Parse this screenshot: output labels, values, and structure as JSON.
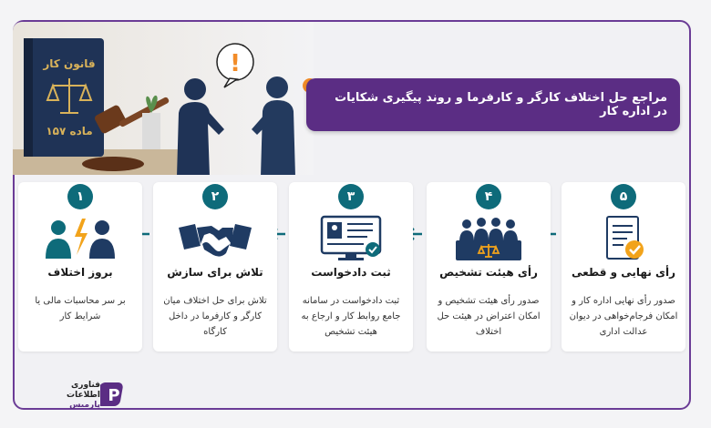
{
  "title": "مراجع حل اختلاف کارگر و کارفرما و روند پیگیری شکایات در اداره کار",
  "illustration": {
    "book_line1": "قانون کار",
    "book_line2": "ماده ۱۵۷",
    "exclaim": "!"
  },
  "steps": [
    {
      "num": "۱",
      "title": "بروز اختلاف",
      "desc": "بر سر محاسبات مالی یا شرایط کار",
      "icon": "conflict-people-icon"
    },
    {
      "num": "۲",
      "title": "تلاش برای سازش",
      "desc": "تلاش برای حل اختلاف میان کارگر و کارفرما در داخل کارگاه",
      "icon": "handshake-icon"
    },
    {
      "num": "۳",
      "title": "ثبت دادخواست",
      "desc": "ثبت دادخواست در سامانه جامع روابط کار و ارجاع به هیئت تشخیص",
      "icon": "online-petition-icon"
    },
    {
      "num": "۴",
      "title": "رأی هیئت تشخیص",
      "desc": "صدور رأی هیئت تشخیص و امکان اعتراض در هیئت حل اختلاف",
      "icon": "committee-icon"
    },
    {
      "num": "۵",
      "title": "رأی نهایی و قطعی",
      "desc": "صدور رأی نهایی اداره کار و امکان فرجام‌خواهی در دیوان عدالت اداری",
      "icon": "final-document-icon"
    }
  ],
  "logo": {
    "line1": "فناوری",
    "line2": "اطلاعات",
    "line3": "پارمیس"
  },
  "colors": {
    "accent_purple": "#5b2d84",
    "step_teal": "#0e6b7a",
    "icon_navy": "#1f3b63",
    "icon_orange": "#f2a31b"
  }
}
